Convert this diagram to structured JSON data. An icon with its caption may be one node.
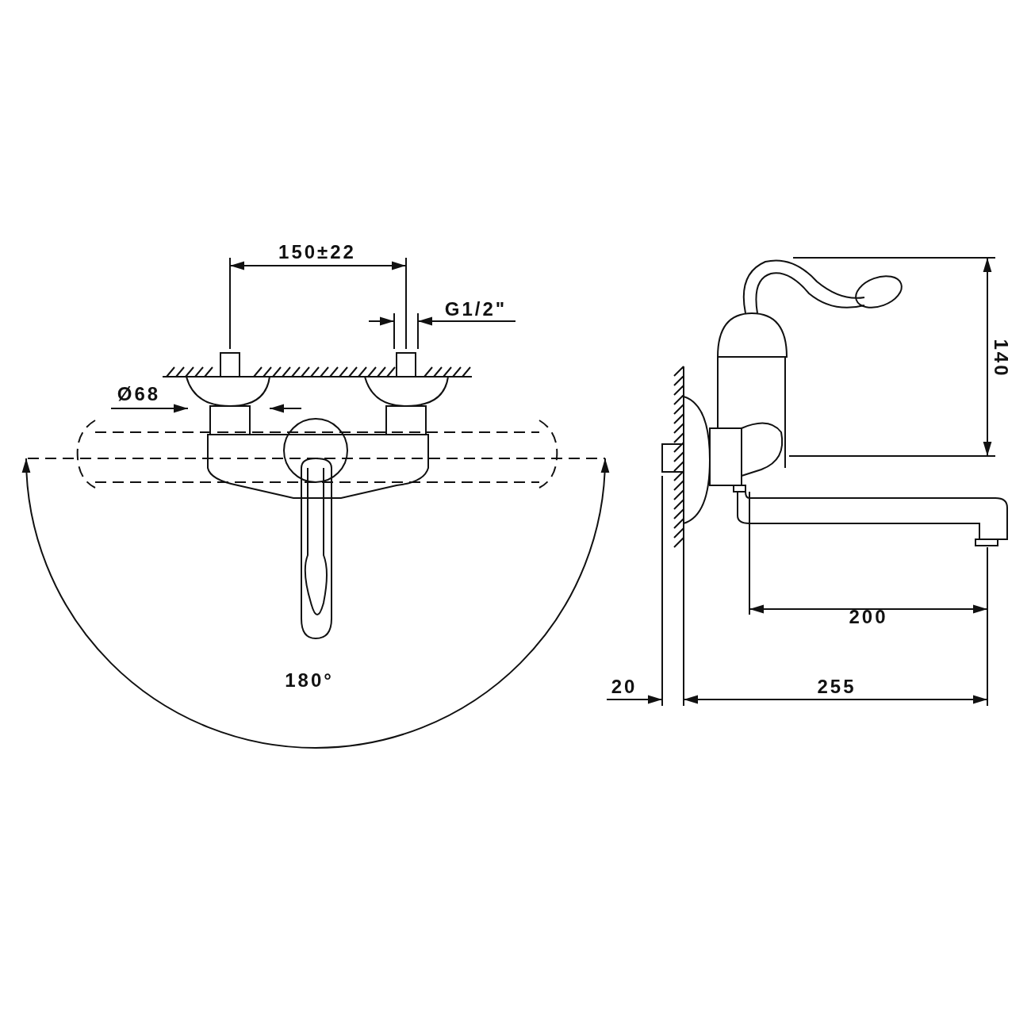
{
  "diagram": {
    "labels": [
      "150±22",
      "G1/2\"",
      "140",
      "Ø68",
      "200",
      "20",
      "255",
      "180°"
    ]
  }
}
